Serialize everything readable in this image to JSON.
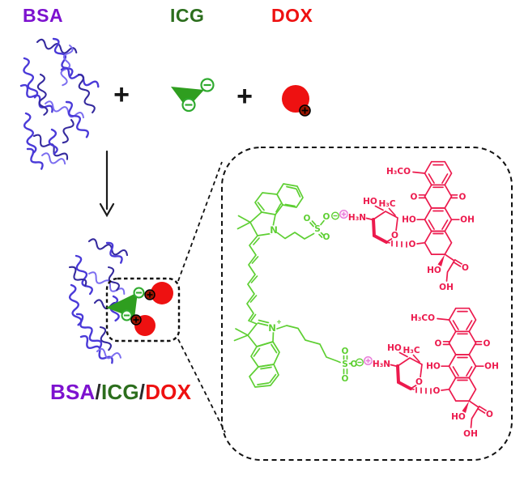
{
  "diagram": {
    "reactant_labels": {
      "bsa": "BSA",
      "icg": "ICG",
      "dox": "DOX"
    },
    "operators": {
      "plus_1": "+",
      "plus_2": "+"
    },
    "product_label": {
      "parts": [
        {
          "text": "BSA",
          "color": "#7d12cf"
        },
        {
          "text": "/",
          "color": "#2b2b2b"
        },
        {
          "text": "ICG",
          "color": "#2c6e1d"
        },
        {
          "text": "/",
          "color": "#2b2b2b"
        },
        {
          "text": "DOX",
          "color": "#ee1111"
        }
      ]
    },
    "chem_labels": {
      "h3co": "H₃CO",
      "ho": "HO",
      "oh": "OH",
      "o": "O",
      "h3c": "H₃C",
      "h3n": "H₃N",
      "s": "S",
      "n": "N",
      "plus_sup": "+"
    },
    "colors": {
      "bsa_purple": "#7d12cf",
      "icg_green": "#2c6e1d",
      "dox_red": "#ee1111",
      "structure_green": "#5ecf33",
      "structure_red": "#ec1a4d",
      "protein_blue": "#4a3ad8",
      "triangle_green": "#2f9e1f",
      "cation_fill": "#9b1500",
      "anion_stroke": "#2faa2f",
      "pink_plus": "#e878d8",
      "line_black": "#111111"
    }
  }
}
